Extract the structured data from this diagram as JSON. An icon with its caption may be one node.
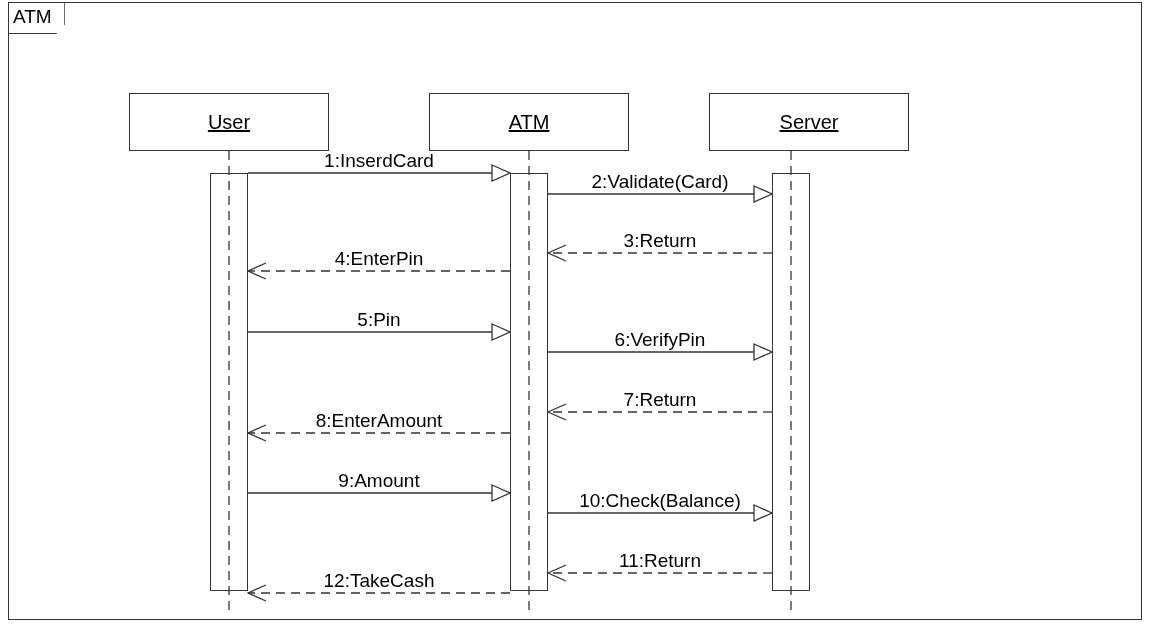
{
  "diagram": {
    "nodes": [
      {
        "text": [
          "ATM"
        ]
      },
      {
        "text": [
          "User"
        ],
        "in": 0
      },
      {
        "text": [
          "ATM"
        ],
        "in": 0
      },
      {
        "text": [
          "Server"
        ],
        "in": 0
      },
      {
        "text": [],
        "shape": "bar",
        "in": 0
      },
      {
        "text": [],
        "shape": "bar",
        "in": 0
      },
      {
        "text": [],
        "shape": "bar",
        "in": 0
      }
    ],
    "edges": [
      {
        "from": 4,
        "to": 5,
        "arrow": "to",
        "label": "1:InserdCard"
      },
      {
        "from": 5,
        "to": 6,
        "arrow": "to",
        "label": "2:Validate(Card)"
      },
      {
        "from": 6,
        "to": 5,
        "arrow": "to",
        "label": "3:Return",
        "style": "dashed"
      },
      {
        "from": 5,
        "to": 4,
        "arrow": "to",
        "label": "4:EnterPin",
        "style": "dashed"
      },
      {
        "from": 4,
        "to": 5,
        "arrow": "to",
        "label": "5:Pin"
      },
      {
        "from": 5,
        "to": 6,
        "arrow": "to",
        "label": "6:VerifyPin"
      },
      {
        "from": 6,
        "to": 5,
        "arrow": "to",
        "label": "7:Return",
        "style": "dashed"
      },
      {
        "from": 5,
        "to": 4,
        "arrow": "to",
        "label": "8:EnterAmount",
        "style": "dashed"
      },
      {
        "from": 4,
        "to": 5,
        "arrow": "to",
        "label": "9:Amount"
      },
      {
        "from": 5,
        "to": 6,
        "arrow": "to",
        "label": "10:Check(Balance)"
      },
      {
        "from": 6,
        "to": 5,
        "arrow": "to",
        "label": "11:Return",
        "style": "dashed"
      },
      {
        "from": 5,
        "to": 4,
        "arrow": "to",
        "label": "12:TakeCash",
        "style": "dashed"
      }
    ]
  }
}
